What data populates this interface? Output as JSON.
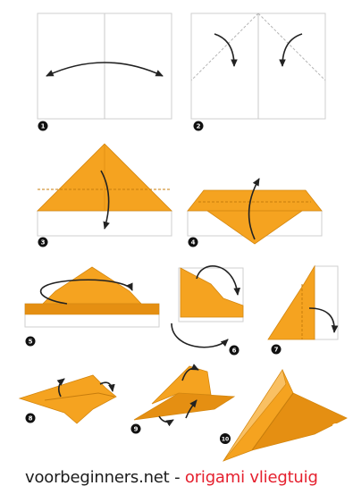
{
  "colors": {
    "paper_orange": "#f5a320",
    "fold_orange": "#e58f12",
    "paper_white": "#ffffff",
    "outline": "#d4d4d4",
    "crease": "#b8b8b8",
    "arrow": "#222222",
    "step_badge": "#111111",
    "brand_red": "#e5202e"
  },
  "steps": [
    {
      "number": "1"
    },
    {
      "number": "2"
    },
    {
      "number": "3"
    },
    {
      "number": "4"
    },
    {
      "number": "5"
    },
    {
      "number": "6"
    },
    {
      "number": "7"
    },
    {
      "number": "8"
    },
    {
      "number": "9"
    },
    {
      "number": "10"
    }
  ],
  "footer": {
    "site": "voorbeginners.net",
    "separator": " - ",
    "title": "origami vliegtuig"
  }
}
